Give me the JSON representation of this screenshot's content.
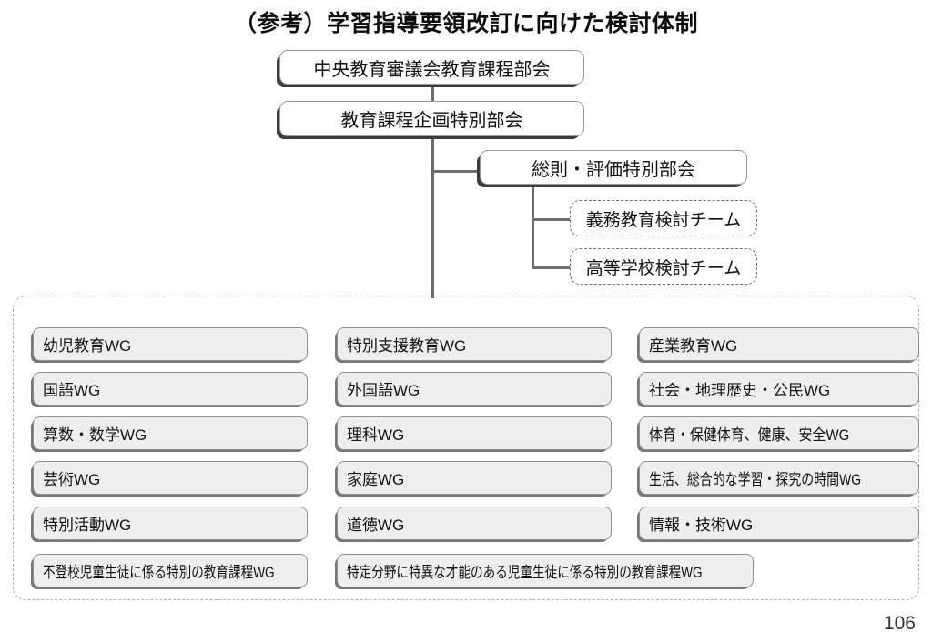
{
  "slide": {
    "title": "（参考）学習指導要領改訂に向けた検討体制",
    "page_number": "106"
  },
  "hierarchy": {
    "top_nodes": [
      {
        "label": "中央教育審議会教育課程部会"
      },
      {
        "label": "教育課程企画特別部会"
      },
      {
        "label": "総則・評価特別部会"
      }
    ],
    "team_nodes": [
      {
        "label": "義務教育検討チーム"
      },
      {
        "label": "高等学校検討チーム"
      }
    ]
  },
  "working_groups": {
    "column_1": [
      {
        "label": "幼児教育WG"
      },
      {
        "label": "国語WG"
      },
      {
        "label": "算数・数学WG"
      },
      {
        "label": "芸術WG"
      },
      {
        "label": "特別活動WG"
      }
    ],
    "column_2": [
      {
        "label": "特別支援教育WG"
      },
      {
        "label": "外国語WG"
      },
      {
        "label": "理科WG"
      },
      {
        "label": "家庭WG"
      },
      {
        "label": "道徳WG"
      }
    ],
    "column_3": [
      {
        "label": "産業教育WG"
      },
      {
        "label": "社会・地理歴史・公民WG"
      },
      {
        "label": "体育・保健体育、健康、安全WG"
      },
      {
        "label": "生活、総合的な学習・探究の時間WG"
      },
      {
        "label": "情報・技術WG"
      }
    ],
    "bottom_row": [
      {
        "label": "不登校児童生徒に係る特別の教育課程WG"
      },
      {
        "label": "特定分野に特異な才能のある児童生徒に係る特別の教育課程WG"
      }
    ]
  },
  "colors": {
    "box_border": "#9a9a9a",
    "box_shadow": "#3c3c3c",
    "wg_fill": "#eeeeee",
    "connector": "#6d6d6d",
    "container_dash": "#b2b2b2"
  }
}
